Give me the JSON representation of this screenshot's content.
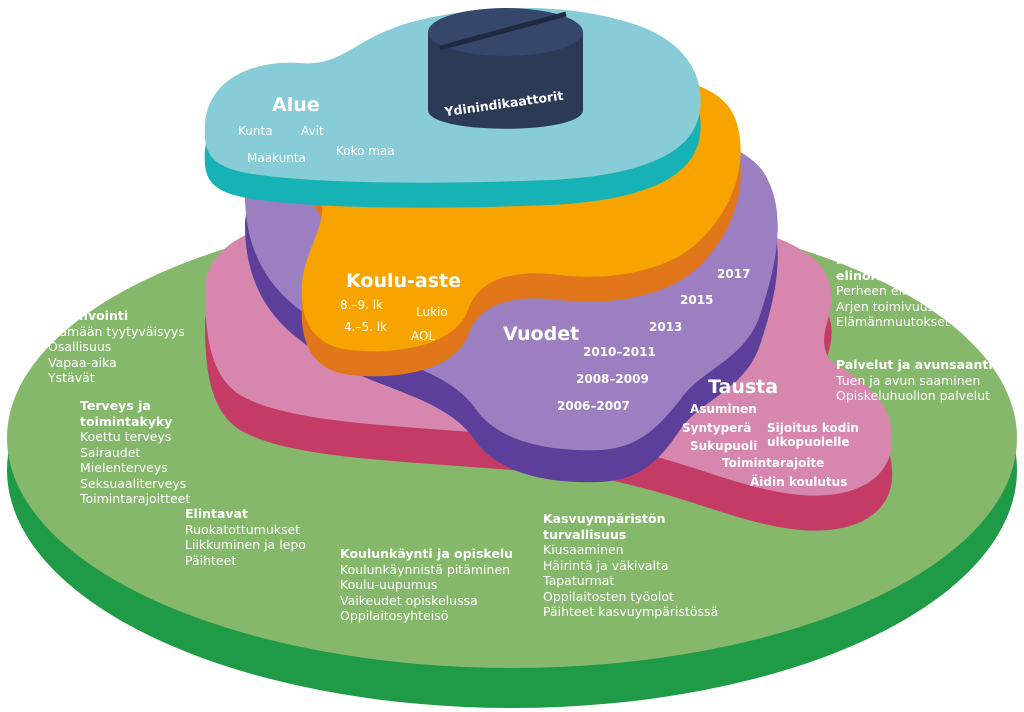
{
  "colors": {
    "green_top": "#86b86c",
    "green_side": "#1f9a47",
    "pink_top": "#d787ae",
    "pink_side": "#c43c65",
    "purple_top": "#9b7fc0",
    "purple_side": "#5b3f9a",
    "orange_top": "#f7a400",
    "orange_side": "#e2761a",
    "teal_top": "#87ccd6",
    "teal_side": "#17b2b6",
    "cylinder": "#2b3a55"
  },
  "core": {
    "label": "Ydinindikaattorit"
  },
  "alue": {
    "title": "Alue",
    "items": [
      "Kunta",
      "Avit",
      "Maakunta",
      "Koko maa"
    ]
  },
  "koulu": {
    "title": "Koulu-aste",
    "items": [
      "8.–9. lk",
      "Lukio",
      "4.–5. lk",
      "AOL"
    ]
  },
  "vuodet": {
    "title": "Vuodet",
    "years": [
      "2017",
      "2015",
      "2013",
      "2010–2011",
      "2008–2009",
      "2006–2007"
    ]
  },
  "tausta": {
    "title": "Tausta",
    "items": [
      "Asuminen",
      "Syntyperä",
      "Sijoitus kodin ulkopuolelle",
      "Sukupuoli",
      "Toimintarajoite",
      "Äidin koulutus"
    ]
  },
  "groups": {
    "hyvinvointi": {
      "title": "Hyvinvointi",
      "items": [
        "Elämään tyytyväisyys",
        "Osallisuus",
        "Vapaa-aika",
        "Ystävät"
      ]
    },
    "terveys": {
      "title": "Terveys ja toimintakyky",
      "items": [
        "Koettu terveys",
        "Sairaudet",
        "Mielenterveys",
        "Seksuaaliterveys",
        "Toimintarajoitteet"
      ]
    },
    "elintavat": {
      "title": "Elintavat",
      "items": [
        "Ruokatottumukset",
        "Liikkuminen ja lepo",
        "Päihteet"
      ]
    },
    "koulunkaynti": {
      "title": "Koulunkäynti ja opiskelu",
      "items": [
        "Koulunkäynnistä pitäminen",
        "Koulu-uupumus",
        "Vaikeudet opiskelussa",
        "Oppilaitosyhteisö"
      ]
    },
    "kasvuymparisto": {
      "title": "Kasvuympäristön turvallisuus",
      "items": [
        "Kiusaaminen",
        "Häirintä ja väkivalta",
        "Tapaturmat",
        "Oppilaitosten työolot",
        "Päihteet kasvuympäristössä"
      ]
    },
    "perhe": {
      "title": "Perhe ja elinolot",
      "items": [
        "Perheen elintaso",
        "Arjen toimivuus",
        "Elämänmuutokset"
      ]
    },
    "palvelut": {
      "title": "Palvelut ja avunsaanti",
      "items": [
        "Tuen ja avun saaminen",
        "Opiskeluhuollon palvelut"
      ]
    }
  }
}
